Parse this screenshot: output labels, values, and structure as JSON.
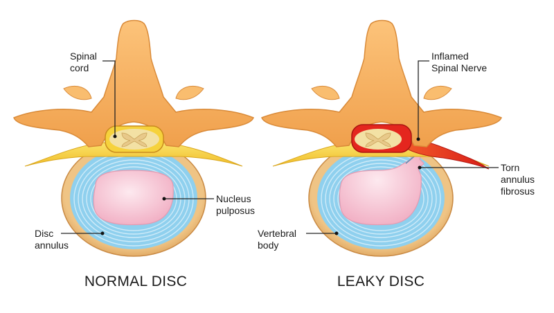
{
  "panels": [
    {
      "caption": "NORMAL DISC",
      "labels": {
        "spinal_cord": [
          "Spinal",
          "cord"
        ],
        "nucleus": [
          "Nucleus",
          "pulposus"
        ],
        "annulus": [
          "Disc",
          "annulus"
        ]
      }
    },
    {
      "caption": "LEAKY DISC",
      "labels": {
        "nerve": [
          "Inflamed",
          "Spinal Nerve"
        ],
        "torn": [
          "Torn",
          "annulus",
          "fibrosus"
        ],
        "vertebral": [
          "Vertebral",
          "body"
        ]
      }
    }
  ],
  "colors": {
    "bone": "#f7b35a",
    "bone_shadow": "#e2913a",
    "nerve_yellow": "#f6d23c",
    "disc_blue": "#8fd0ee",
    "disc_ring_line": "#d7eefa",
    "nucleus_pink": "#f8c9d6",
    "body_tan": "#e9b774",
    "inflamed_red": "#e4261e"
  }
}
